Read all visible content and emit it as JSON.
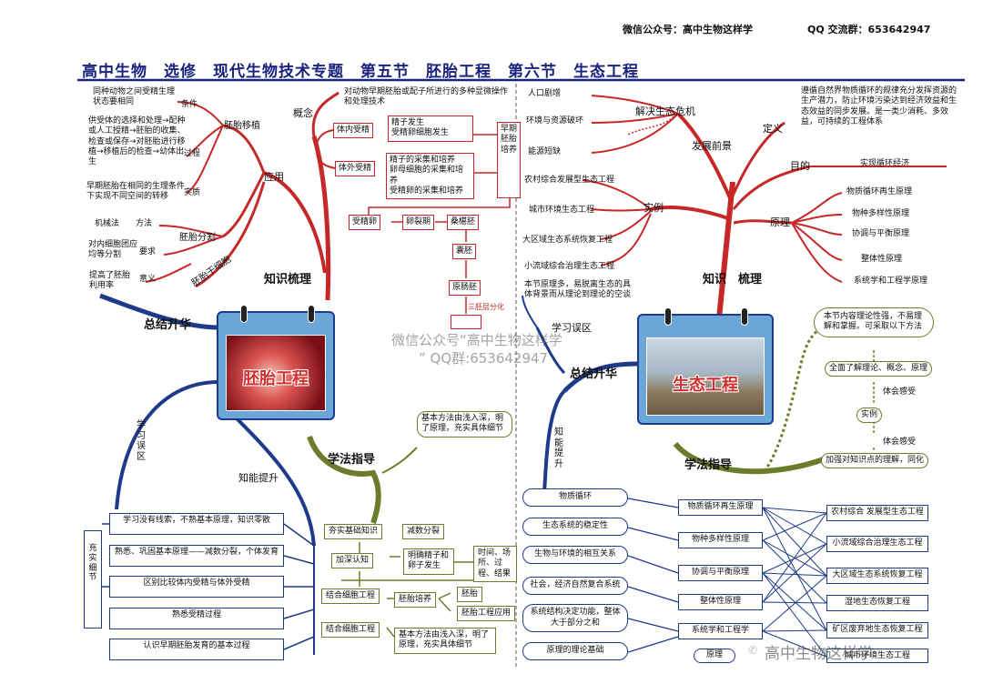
{
  "header": {
    "wechat": "微信公众号：高中生物这样学",
    "qq": "QQ 交流群：653642947"
  },
  "title": "高中生物　选修　现代生物技术专题　第五节　胚胎工程　第六节　生态工程",
  "left": {
    "calendar_label": "胚胎工程",
    "knowledge": "知识梳理",
    "summary": "总结升华",
    "method": "学法指导",
    "ability": "知能提升",
    "mistake": "学习误区",
    "concept": "概念",
    "concept_text": "对动物早期胚胎或配子所进行的多种显微操作和处理技术",
    "in_vivo": "体内受精",
    "in_vivo_items": "精子发生\n受精卵细胞发生",
    "in_vitro": "体外受精",
    "in_vitro_items": "精子的采集和培养\n卵母细胞的采集和培养\n受精卵的采集和培养",
    "early": "早期胚胎培养",
    "chain": [
      "受精卵",
      "卵裂期",
      "桑椹胚",
      "囊胚",
      "原肠胚"
    ],
    "three_layers": "三胚层分化",
    "transfer": "胚胎移植",
    "transfer_cond_label": "条件",
    "transfer_cond_text": "同种动物之间受精生理状态要相同",
    "transfer_proc_label": "过程",
    "transfer_proc_text": "供受体的选择和处理→配种或人工授精→胚胎的收集、检查或保存→对胚胎进行移植→移植后的检查→幼体出生",
    "transfer_ess_label": "实质",
    "transfer_ess_text": "早期胚胎在相同的生理条件下实现不同空间的转移",
    "application": "应用",
    "split": "胚胎分割",
    "split_method_label": "方法",
    "split_method_text": "机械法",
    "split_req_label": "要求",
    "split_req_text": "对内细胞团应均等分割",
    "split_sig_label": "意义",
    "split_sig_text": "提高了胚胎利用率",
    "stem": "胚胎干细胞",
    "method_note": "基本方法由浅入深，明了原理，充实具体细节",
    "detail_label": "充实细节",
    "mistakes": [
      "学习没有线索，不熟基本原理，知识零散",
      "熟悉、巩固基本原理——减数分裂，个体发育",
      "区别比较体内受精与体外受精",
      "熟悉受精过程",
      "认识早期胚胎发育的基本过程"
    ],
    "steps": [
      "夯实基础知识",
      "加深认知",
      "结合细胞工程",
      "结合细胞工程"
    ],
    "meiosis": "减数分裂",
    "clarify": "明确精子和卵子发生",
    "time_place": "时间、场所、过程、结果",
    "embryo_culture": "胚胎培养",
    "embryo": "胚胎",
    "embryo_app": "胚胎工程应用",
    "method_note2": "基本方法由浅入深，明了原理，充实具体细节"
  },
  "right": {
    "calendar_label": "生态工程",
    "knowledge": "知识　梳理",
    "summary": "总结升华",
    "method": "学法指导",
    "ability": "知能提升",
    "mistake": "学习误区",
    "crisis": "解决生态危机",
    "crisis_items": [
      "人口剧增",
      "环境与资源破坏",
      "能源短缺"
    ],
    "prospect": "发展前景",
    "definition": "定义",
    "definition_text": "遵循自然界物质循环的规律充分发挥资源的生产潜力，防止环境污染达到经济效益和生态效益的同步发展。是一类少消耗、多效益，可持续的工程体系",
    "goal": "目的",
    "goal_text": "实现循环经济",
    "principle": "原理",
    "principles": [
      "物质循环再生原理",
      "物种多样性原理",
      "协调与平衡原理",
      "整体性原理",
      "系统学和工程学原理"
    ],
    "example": "实例",
    "examples": [
      "农村综合发展型生态工程",
      "城市环境生态工程",
      "大区域生态系统恢复工程",
      "小流域综合治理生态工程"
    ],
    "section_note": "本节原理多，易脱离生态的具体背景而从理论到理论的空谈",
    "method_note": "本节内容理论性强，不易理解和掌握。可采取以下方法",
    "steps": [
      "全面了解理论、概念、原理",
      "体会感受",
      "实例",
      "体会感受",
      "加强对知识点的理解，同化"
    ],
    "left_pills": [
      "物质循环",
      "生态系统的稳定性",
      "生物与环境的相互关系",
      "社会，经济自然复合系统",
      "系统结构决定功能，整体大于部分之和",
      "原理的理论基础"
    ],
    "mid_boxes": [
      "物质循环再生原理",
      "物种多样性原理",
      "协调与平衡原理",
      "整体性原理",
      "系统学和工程学"
    ],
    "yuanli": "原理",
    "right_boxes": [
      "农村综合 发展型生态工程",
      "小流域综合治理生态工程",
      "大区域生态系统恢复工程",
      "湿地生态恢复工程",
      "矿区废弃地生态恢复工程",
      "城市环境生态工程"
    ]
  },
  "watermark": {
    "line1": "微信公众号“高中生物这样学",
    "line2": "” QQ群:653642947",
    "corner": "高中生物这样学"
  },
  "colors": {
    "red": "#c62828",
    "blue": "#1e3a8a",
    "olive": "#6b7d2a",
    "title": "#1a237e"
  }
}
